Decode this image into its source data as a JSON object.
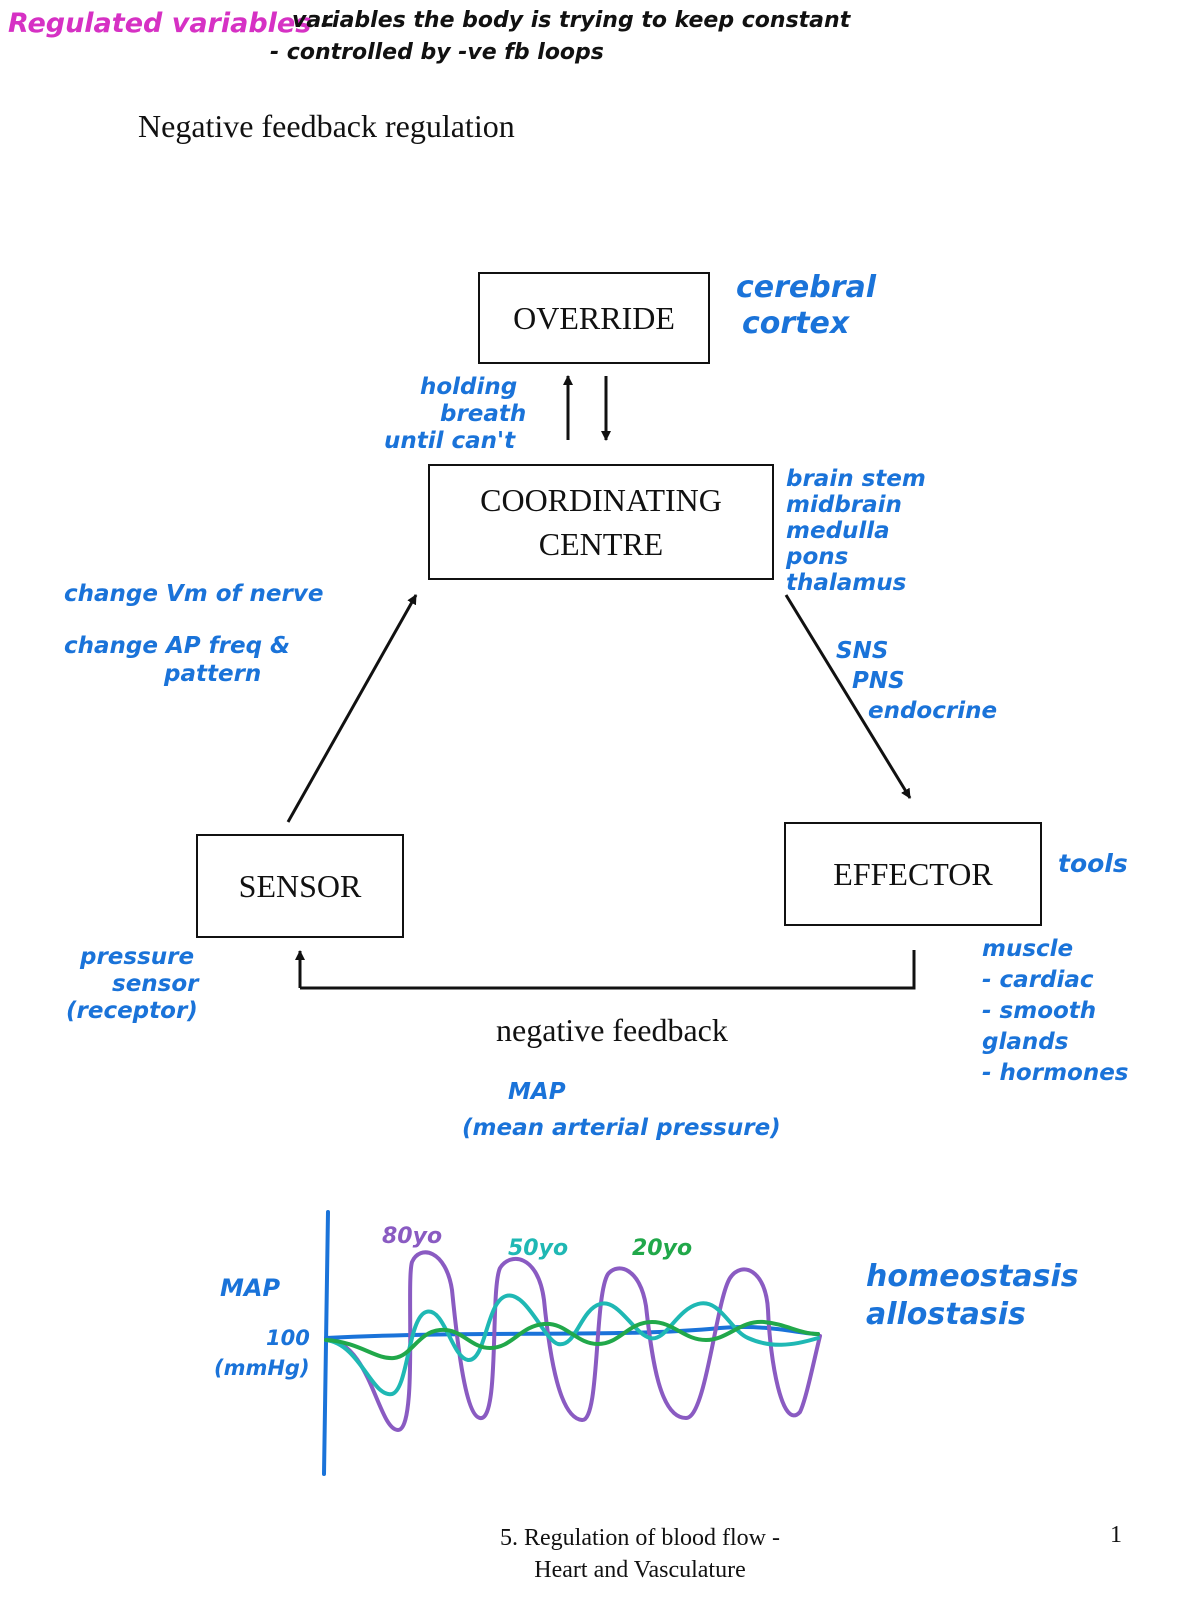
{
  "header_note": {
    "term": "Regulated variables",
    "dash": " –",
    "line1": "variables the body is trying to keep constant",
    "line2": "- controlled by -ve fb loops"
  },
  "title": "Negative feedback regulation",
  "boxes": {
    "override": "OVERRIDE",
    "coordinating_line1": "COORDINATING",
    "coordinating_line2": "CENTRE",
    "sensor": "SENSOR",
    "effector": "EFFECTOR"
  },
  "feedback_label": "negative feedback",
  "annotations": {
    "override_side": [
      "cerebral",
      "cortex"
    ],
    "override_arrow": [
      "holding",
      "breath",
      "until can't"
    ],
    "coordinating_side": [
      "brain stem",
      "midbrain",
      "medulla",
      "pons",
      "thalamus"
    ],
    "sensor_to_cc": [
      "change Vm of nerve",
      "change AP freq &",
      "pattern"
    ],
    "cc_to_effector": [
      "SNS",
      "PNS",
      "endocrine"
    ],
    "effector_side": "tools",
    "effector_below": [
      "muscle",
      "- cardiac",
      "- smooth",
      "glands",
      "- hormones"
    ],
    "sensor_below": [
      "pressure",
      "sensor",
      "(receptor)"
    ],
    "map_label": [
      "MAP",
      "(mean arterial pressure)"
    ]
  },
  "graph": {
    "ylabel": "MAP",
    "tick_value": "100",
    "tick_unit": "(mmHg)",
    "age_labels": [
      {
        "text": "80yo",
        "color": "#8a5bc2"
      },
      {
        "text": "50yo",
        "color": "#1fb8b4"
      },
      {
        "text": "20yo",
        "color": "#21a84a"
      }
    ],
    "side_terms": [
      "homeostasis",
      "allostasis"
    ],
    "colors": {
      "axis": "#1a73d9",
      "baseline": "#1a73d9",
      "old": "#8a5bc2",
      "mid": "#1fb8b4",
      "young": "#21a84a"
    }
  },
  "footer": {
    "line1": "5. Regulation of blood flow -",
    "line2": "Heart and Vasculature",
    "page_number": "1"
  }
}
